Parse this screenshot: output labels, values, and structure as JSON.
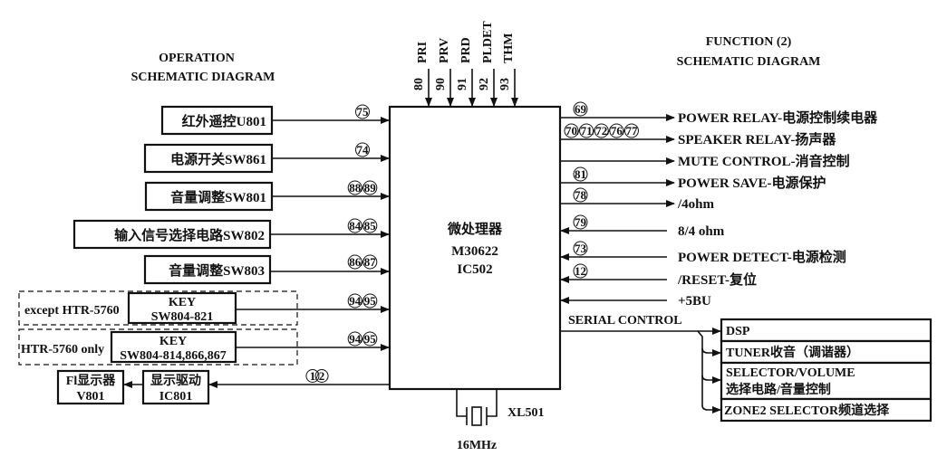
{
  "operation_title": {
    "line1": "OPERATION",
    "line2": "SCHEMATIC DIAGRAM"
  },
  "function_title": {
    "line1": "FUNCTION (2)",
    "line2": "SCHEMATIC DIAGRAM"
  },
  "ic": {
    "name": "微处理器",
    "model": "M30622",
    "ref": "IC502"
  },
  "top_inputs": [
    {
      "label": "PRI",
      "pin": "80"
    },
    {
      "label": "PRV",
      "pin": "90"
    },
    {
      "label": "PRD",
      "pin": "91"
    },
    {
      "label": "PLDET",
      "pin": "92"
    },
    {
      "label": "THM",
      "pin": "93"
    }
  ],
  "left_inputs": [
    {
      "label": "红外遥控U801",
      "pin": "75"
    },
    {
      "label": "电源开关SW861",
      "pin": "74"
    },
    {
      "label": "音量调整SW801",
      "pin": "88/89"
    },
    {
      "label": "输入信号选择电路SW802",
      "pin": "84/85"
    },
    {
      "label": "音量调整SW803",
      "pin": "86/87"
    }
  ],
  "key_groups": [
    {
      "group_label": "except HTR-5760",
      "line1": "KEY",
      "line2": "SW804-821",
      "pin": "94/95"
    },
    {
      "group_label": "HTR-5760 only",
      "line1": "KEY",
      "line2": "SW804-814,866,867",
      "pin": "94/95"
    }
  ],
  "display": {
    "driver": {
      "line1": "显示驱动",
      "line2": "IC801"
    },
    "fl": {
      "line1": "Fl显示器",
      "line2": "V801"
    },
    "pin": "1/2"
  },
  "crystal": {
    "ref": "XL501",
    "freq": "16MHz"
  },
  "right_outputs": [
    {
      "label": "POWER RELAY-电源控制续电器",
      "pin": "69",
      "direction": "out"
    },
    {
      "label": "SPEAKER RELAY-扬声器",
      "pin": "70/71/72/76/77",
      "direction": "out"
    },
    {
      "label": "MUTE CONTROL-消音控制",
      "pin": "",
      "direction": "out"
    },
    {
      "label": "POWER SAVE-电源保护",
      "pin": "81",
      "direction": "out"
    },
    {
      "label": "/4ohm",
      "pin": "78",
      "direction": "out"
    },
    {
      "label": "8/4 ohm",
      "pin": "79",
      "direction": "in"
    },
    {
      "label": "POWER DETECT-电源检测",
      "pin": "73",
      "direction": "in"
    },
    {
      "label": "/RESET-复位",
      "pin": "12",
      "direction": "in"
    },
    {
      "label": "+5BU",
      "pin": "",
      "direction": "in"
    }
  ],
  "serial": {
    "label": "SERIAL CONTROL",
    "targets": [
      "DSP",
      "TUNER收音（调谐器）",
      "SELECTOR/VOLUME",
      "选择电路/音量控制",
      "ZONE2 SELECTOR频道选择"
    ]
  }
}
